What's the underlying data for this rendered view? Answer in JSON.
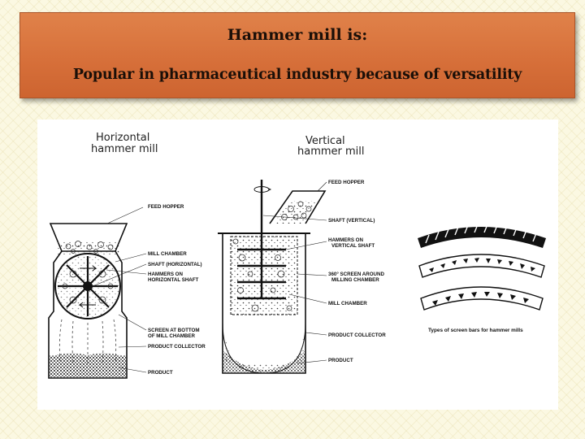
{
  "title": {
    "line1": "Hammer mill is:",
    "line2": "Popular in pharmaceutical industry because of versatility"
  },
  "diagram": {
    "horizontal": {
      "heading_line1": "Horizontal",
      "heading_line2": "hammer mill",
      "labels": {
        "feed_hopper": "FEED HOPPER",
        "mill_chamber": "MILL CHAMBER",
        "shaft": "SHAFT (HORIZONTAL)",
        "hammers_line1": "HAMMERS ON",
        "hammers_line2": "HORIZONTAL SHAFT",
        "screen_line1": "SCREEN AT BOTTOM",
        "screen_line2": "OF MILL CHAMBER",
        "product_collector": "PRODUCT COLLECTOR",
        "product": "PRODUCT"
      }
    },
    "vertical": {
      "heading_line1": "Vertical",
      "heading_line2": "hammer mill",
      "labels": {
        "feed_hopper": "FEED HOPPER",
        "shaft": "SHAFT (VERTICAL)",
        "hammers_line1": "HAMMERS ON",
        "hammers_line2": "VERTICAL SHAFT",
        "screen_line1": "360° SCREEN AROUND",
        "screen_line2": "MILLING CHAMBER",
        "mill_chamber": "MILL CHAMBER",
        "product_collector": "PRODUCT COLLECTOR",
        "product": "PRODUCT"
      }
    },
    "screens_caption": "Types of screen bars for hammer mills"
  }
}
